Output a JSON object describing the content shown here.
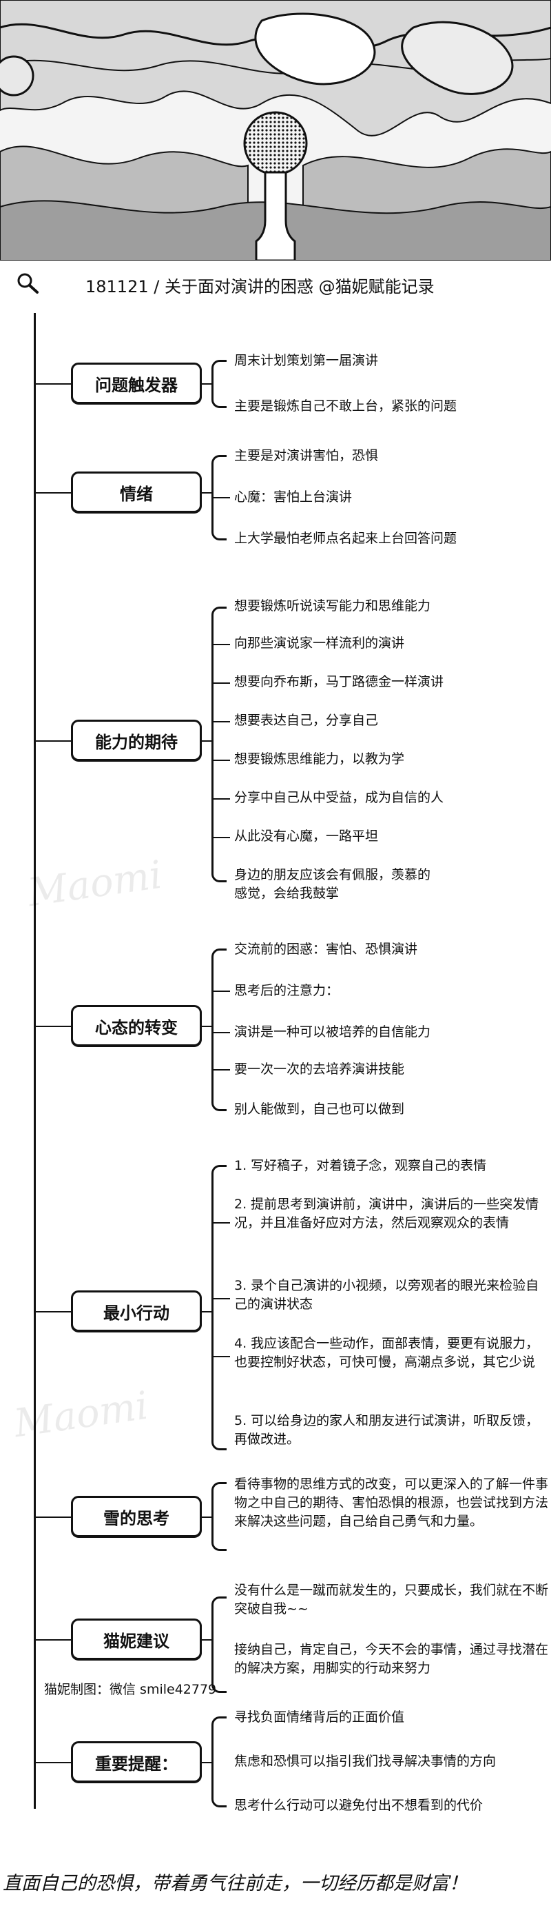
{
  "header": {
    "title": "181121 / 关于面对演讲的困惑 @猫妮赋能记录"
  },
  "branches": [
    {
      "label": "问题触发器",
      "items": [
        "周末计划策划第一届演讲",
        "主要是锻炼自己不敢上台，紧张的问题"
      ]
    },
    {
      "label": "情绪",
      "items": [
        "主要是对演讲害怕，恐惧",
        "心魔：害怕上台演讲",
        "上大学最怕老师点名起来上台回答问题"
      ]
    },
    {
      "label": "能力的期待",
      "items": [
        "想要锻炼听说读写能力和思维能力",
        "向那些演说家一样流利的演讲",
        "想要向乔布斯，马丁路德金一样演讲",
        "想要表达自己，分享自己",
        "想要锻炼思维能力，以教为学",
        "分享中自己从中受益，成为自信的人",
        "从此没有心魔，一路平坦",
        "身边的朋友应该会有佩服，羡慕的感觉，会给我鼓掌"
      ]
    },
    {
      "label": "心态的转变",
      "items": [
        "交流前的困惑：害怕、恐惧演讲",
        "思考后的注意力：",
        "演讲是一种可以被培养的自信能力",
        "要一次一次的去培养演讲技能",
        "别人能做到，自己也可以做到"
      ]
    },
    {
      "label": "最小行动",
      "items": [
        "1. 写好稿子，对着镜子念，观察自己的表情",
        "2. 提前思考到演讲前，演讲中，演讲后的一些突发情况，并且准备好应对方法，然后观察观众的表情",
        "3. 录个自己演讲的小视频，以旁观者的眼光来检验自己的演讲状态",
        "4. 我应该配合一些动作，面部表情，要更有说服力，也要控制好状态，可快可慢，高潮点多说，其它少说",
        "5. 可以给身边的家人和朋友进行试演讲，听取反馈，再做改进。"
      ]
    },
    {
      "label": "雪的思考",
      "items": [
        "看待事物的思维方式的改变，可以更深入的了解一件事物之中自己的期待、害怕恐惧的根源，也尝试找到方法来解决这些问题，自己给自己勇气和力量。"
      ]
    },
    {
      "label": "猫妮建议",
      "items": [
        "没有什么是一蹴而就发生的，只要成长，我们就在不断突破自我~~",
        "接纳自己，肯定自己，今天不会的事情，通过寻找潜在的解决方案，用脚实的行动来努力"
      ]
    },
    {
      "label": "重要提醒：",
      "items": [
        "寻找负面情绪背后的正面价值",
        "焦虑和恐惧可以指引我们找寻解决事情的方向",
        "思考什么行动可以避免付出不想看到的代价"
      ]
    }
  ],
  "credit": "猫妮制图：微信 smile42779",
  "watermark": "Maomi",
  "footer": "直面自己的恐惧，带着勇气往前走，一切经历都是财富！",
  "colors": {
    "ink": "#111111",
    "background": "#ffffff"
  }
}
